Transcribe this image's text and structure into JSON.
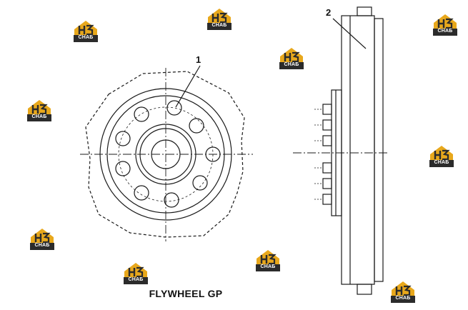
{
  "diagram": {
    "caption": "FLYWHEEL GP",
    "callouts": [
      {
        "id": "callout-1",
        "label": "1"
      },
      {
        "id": "callout-2",
        "label": "2"
      }
    ]
  },
  "watermark": {
    "brand_text": "СНАБ",
    "colors": {
      "house": "#E8A81C",
      "dark": "#2B2B2B"
    },
    "count": 10
  },
  "colors": {
    "line": "#1a1a1a",
    "background": "#ffffff"
  }
}
